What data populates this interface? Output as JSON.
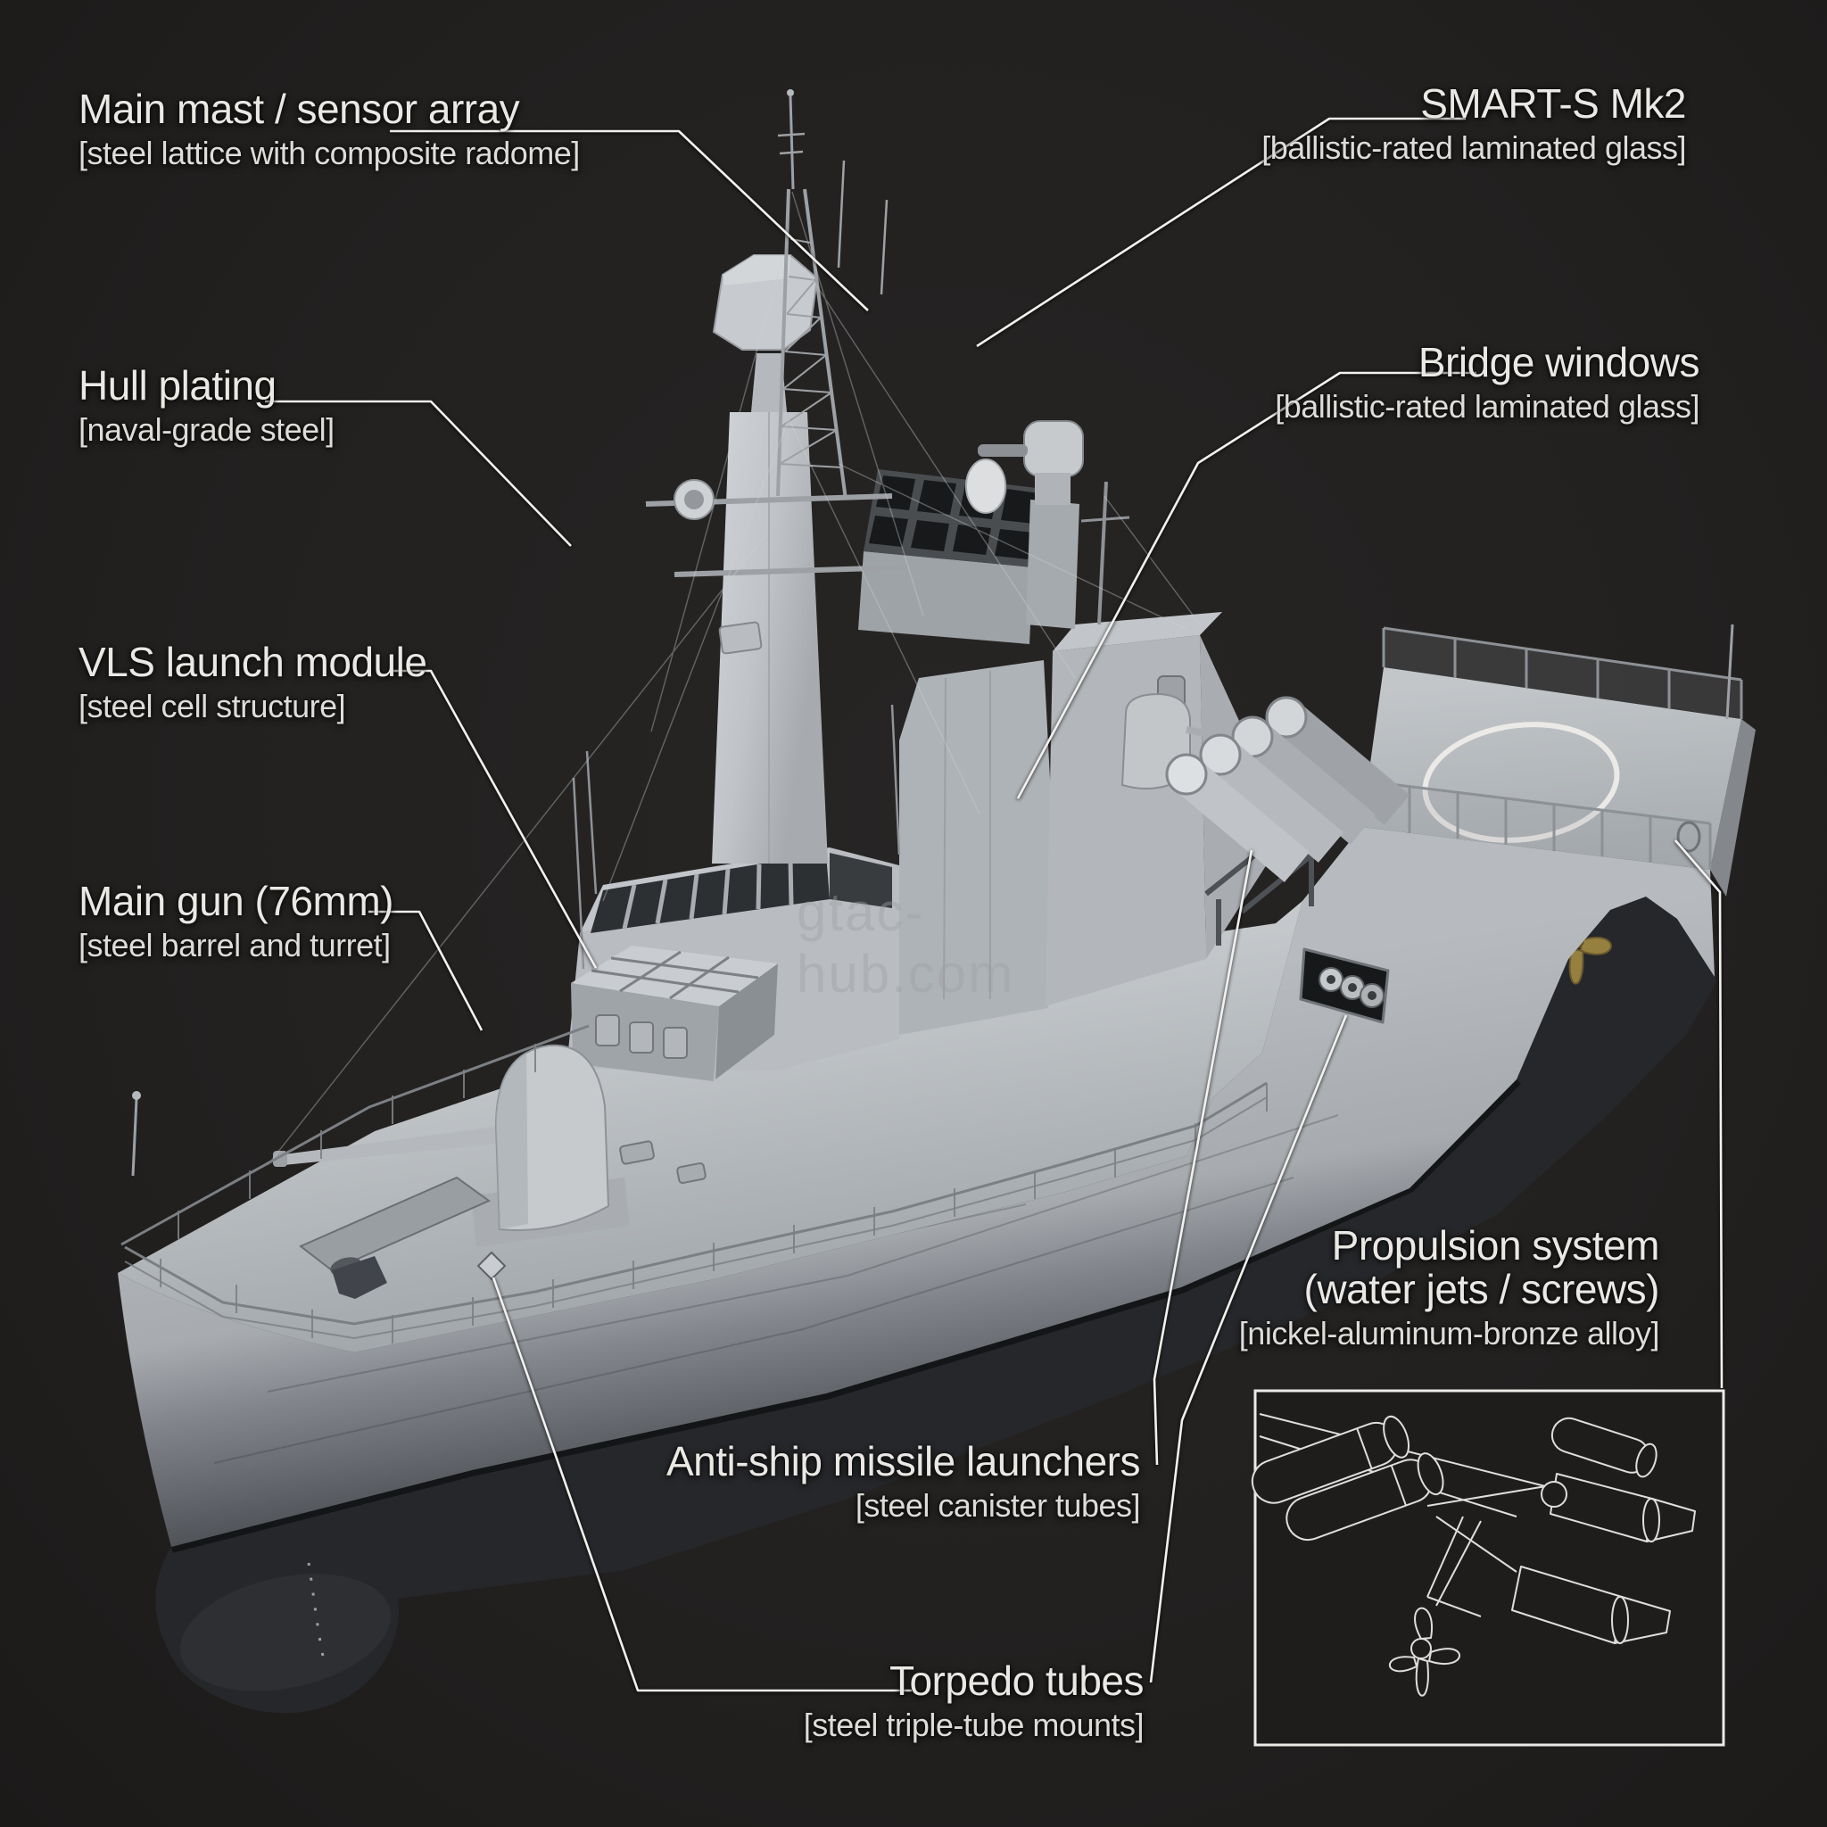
{
  "watermark": {
    "text": "gtac-hub.com"
  },
  "colors": {
    "background": "#232120",
    "label_text": "#eae8e4",
    "leader_line": "#f2f1ef",
    "hull_light": "#b4b8bc",
    "hull_mid": "#80848a",
    "hull_dark": "#3c3f43",
    "underwater": "#26272a",
    "deck": "#c3c7ca",
    "propeller_bronze": "#a08648",
    "inset_background": "#1e1d1c"
  },
  "labels": {
    "main_mast": {
      "title": "Main mast / sensor array",
      "subtitle": "[steel lattice with composite radome]"
    },
    "smart_s": {
      "title": "SMART-S Mk2",
      "subtitle": "[ballistic-rated laminated glass]"
    },
    "hull_plating": {
      "title": "Hull plating",
      "subtitle": "[naval-grade steel]"
    },
    "bridge_windows": {
      "title": "Bridge windows",
      "subtitle": "[ballistic-rated laminated glass]"
    },
    "vls": {
      "title": "VLS launch module",
      "subtitle": "[steel cell structure]"
    },
    "main_gun": {
      "title": "Main gun (76mm)",
      "subtitle": "[steel barrel and turret]"
    },
    "propulsion": {
      "title": "Propulsion system",
      "line2": "(water jets / screws)",
      "subtitle": "[nickel-aluminum-bronze alloy]"
    },
    "anti_ship": {
      "title": "Anti-ship missile launchers",
      "subtitle": "[steel canister tubes]"
    },
    "torpedo": {
      "title": "Torpedo tubes",
      "subtitle": "[steel triple-tube mounts]"
    }
  }
}
